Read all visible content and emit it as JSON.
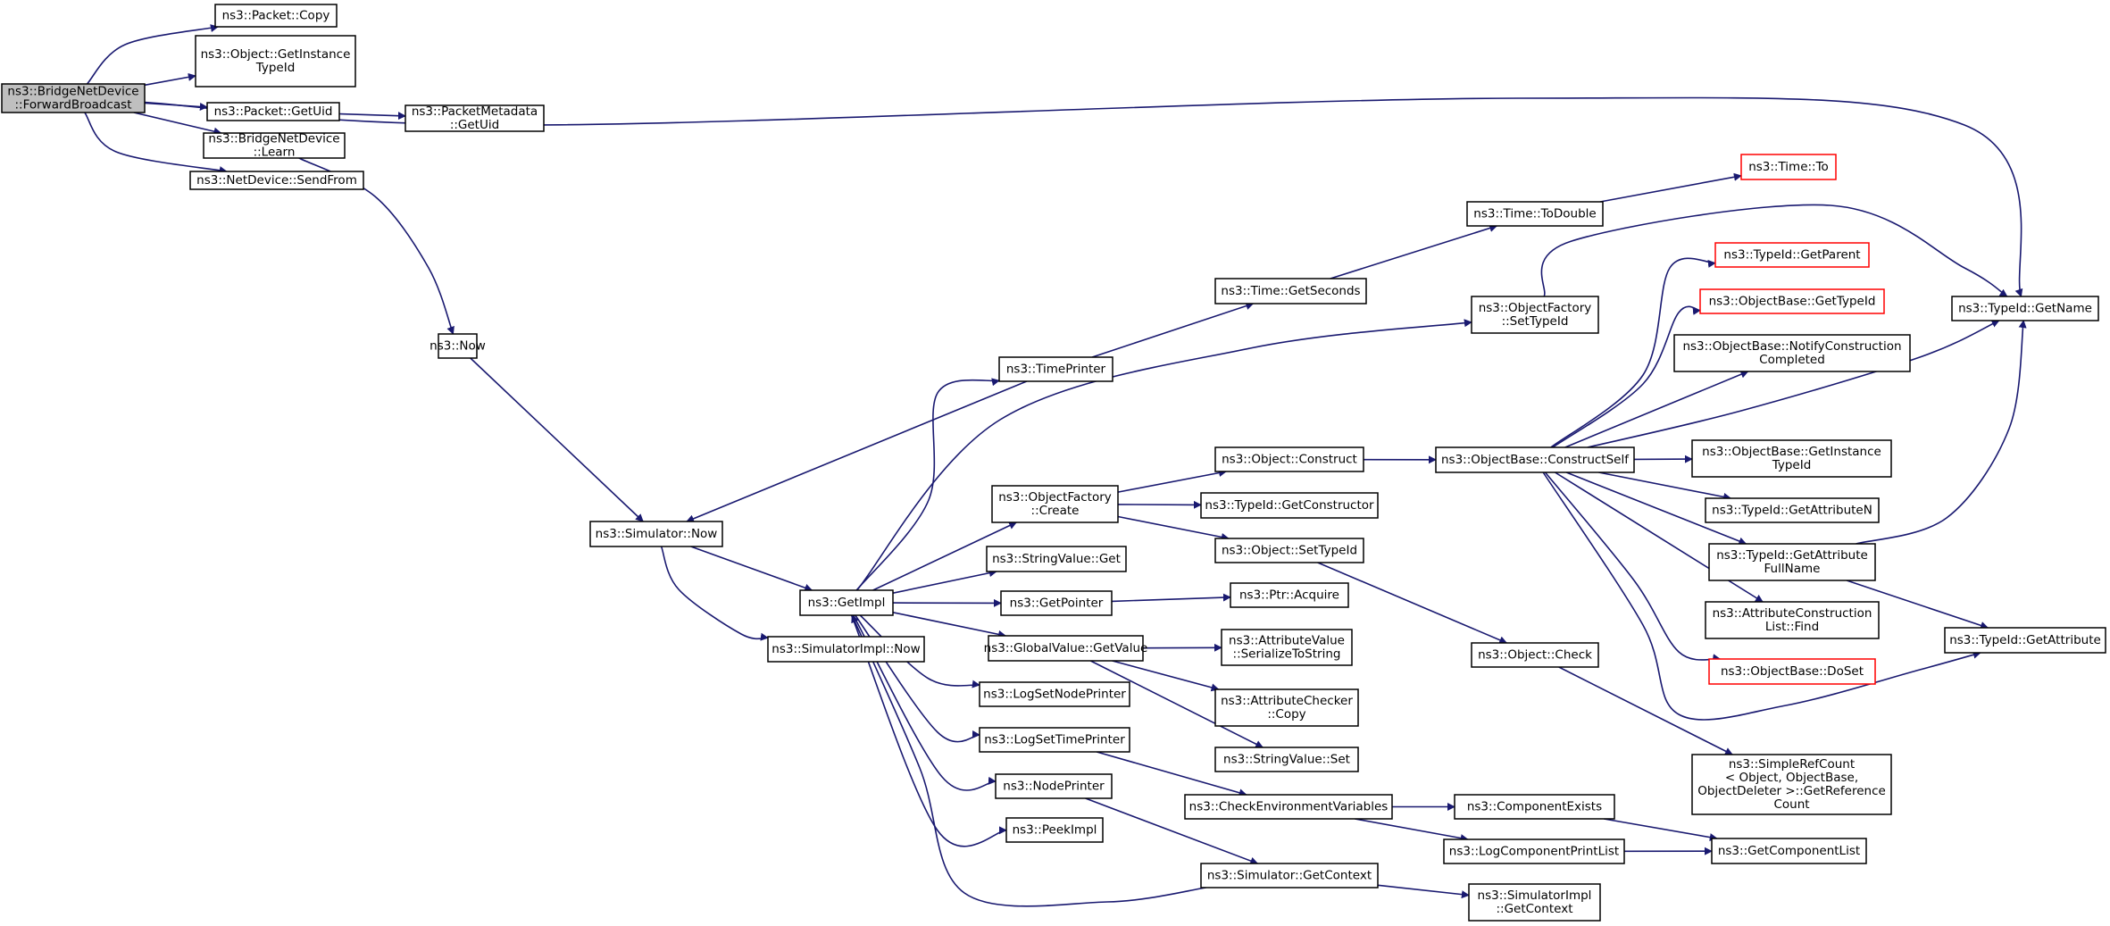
{
  "colors": {
    "edge": "#191970",
    "node_border": "#000000",
    "root_fill": "#bfbfbf",
    "truncated_border": "#ff0000",
    "background": "#ffffff"
  },
  "nodes": [
    {
      "id": "fwd",
      "lines": [
        "ns3::BridgeNetDevice",
        "::ForwardBroadcast"
      ],
      "style": "root"
    },
    {
      "id": "pcopy",
      "lines": [
        "ns3::Packet::Copy"
      ]
    },
    {
      "id": "ogit",
      "lines": [
        "ns3::Object::GetInstance",
        "TypeId"
      ]
    },
    {
      "id": "pgetuid",
      "lines": [
        "ns3::Packet::GetUid"
      ]
    },
    {
      "id": "pmgetuid",
      "lines": [
        "ns3::PacketMetadata",
        "::GetUid"
      ]
    },
    {
      "id": "learn",
      "lines": [
        "ns3::BridgeNetDevice",
        "::Learn"
      ]
    },
    {
      "id": "sendfrom",
      "lines": [
        "ns3::NetDevice::SendFrom"
      ]
    },
    {
      "id": "now",
      "lines": [
        "ns3::Now"
      ]
    },
    {
      "id": "simnow",
      "lines": [
        "ns3::Simulator::Now"
      ]
    },
    {
      "id": "simimplnow",
      "lines": [
        "ns3::SimulatorImpl::Now"
      ]
    },
    {
      "id": "getimpl",
      "lines": [
        "ns3::GetImpl"
      ]
    },
    {
      "id": "timeprinter",
      "lines": [
        "ns3::TimePrinter"
      ]
    },
    {
      "id": "getseconds",
      "lines": [
        "ns3::Time::GetSeconds"
      ]
    },
    {
      "id": "todouble",
      "lines": [
        "ns3::Time::ToDouble"
      ]
    },
    {
      "id": "timeto",
      "lines": [
        "ns3::Time::To"
      ],
      "style": "red"
    },
    {
      "id": "ofsettid",
      "lines": [
        "ns3::ObjectFactory",
        "::SetTypeId"
      ]
    },
    {
      "id": "ofcreate",
      "lines": [
        "ns3::ObjectFactory",
        "::Create"
      ]
    },
    {
      "id": "oconstruct",
      "lines": [
        "ns3::Object::Construct"
      ]
    },
    {
      "id": "tgetctor",
      "lines": [
        "ns3::TypeId::GetConstructor"
      ]
    },
    {
      "id": "osettid",
      "lines": [
        "ns3::Object::SetTypeId"
      ]
    },
    {
      "id": "strget",
      "lines": [
        "ns3::StringValue::Get"
      ]
    },
    {
      "id": "getptr",
      "lines": [
        "ns3::GetPointer"
      ]
    },
    {
      "id": "ptracq",
      "lines": [
        "ns3::Ptr::Acquire"
      ]
    },
    {
      "id": "gvget",
      "lines": [
        "ns3::GlobalValue::GetValue"
      ]
    },
    {
      "id": "avser",
      "lines": [
        "ns3::AttributeValue",
        "::SerializeToString"
      ]
    },
    {
      "id": "accopy",
      "lines": [
        "ns3::AttributeChecker",
        "::Copy"
      ]
    },
    {
      "id": "strset",
      "lines": [
        "ns3::StringValue::Set"
      ]
    },
    {
      "id": "lsnp",
      "lines": [
        "ns3::LogSetNodePrinter"
      ]
    },
    {
      "id": "lstp",
      "lines": [
        "ns3::LogSetTimePrinter"
      ]
    },
    {
      "id": "nodeprinter",
      "lines": [
        "ns3::NodePrinter"
      ]
    },
    {
      "id": "peekimpl",
      "lines": [
        "ns3::PeekImpl"
      ]
    },
    {
      "id": "cenv",
      "lines": [
        "ns3::CheckEnvironmentVariables"
      ]
    },
    {
      "id": "simgetctx",
      "lines": [
        "ns3::Simulator::GetContext"
      ]
    },
    {
      "id": "simimplgetctx",
      "lines": [
        "ns3::SimulatorImpl",
        "::GetContext"
      ]
    },
    {
      "id": "compexists",
      "lines": [
        "ns3::ComponentExists"
      ]
    },
    {
      "id": "lcpl",
      "lines": [
        "ns3::LogComponentPrintList"
      ]
    },
    {
      "id": "getcomplist",
      "lines": [
        "ns3::GetComponentList"
      ]
    },
    {
      "id": "ocheck",
      "lines": [
        "ns3::Object::Check"
      ]
    },
    {
      "id": "obconstructself",
      "lines": [
        "ns3::ObjectBase::ConstructSelf"
      ]
    },
    {
      "id": "tgetparent",
      "lines": [
        "ns3::TypeId::GetParent"
      ],
      "style": "red"
    },
    {
      "id": "obgettid",
      "lines": [
        "ns3::ObjectBase::GetTypeId"
      ],
      "style": "red"
    },
    {
      "id": "obnotify",
      "lines": [
        "ns3::ObjectBase::NotifyConstruction",
        "Completed"
      ]
    },
    {
      "id": "obgit",
      "lines": [
        "ns3::ObjectBase::GetInstance",
        "TypeId"
      ]
    },
    {
      "id": "tgetattrn",
      "lines": [
        "ns3::TypeId::GetAttributeN"
      ]
    },
    {
      "id": "tgetattrfull",
      "lines": [
        "ns3::TypeId::GetAttribute",
        "FullName"
      ]
    },
    {
      "id": "aclfind",
      "lines": [
        "ns3::AttributeConstruction",
        "List::Find"
      ]
    },
    {
      "id": "obdoset",
      "lines": [
        "ns3::ObjectBase::DoSet"
      ],
      "style": "red"
    },
    {
      "id": "srcgetref",
      "lines": [
        "ns3::SimpleRefCount",
        "< Object, ObjectBase,",
        "ObjectDeleter >::GetReference",
        "Count"
      ]
    },
    {
      "id": "tgetname",
      "lines": [
        "ns3::TypeId::GetName"
      ]
    },
    {
      "id": "tgetattr",
      "lines": [
        "ns3::TypeId::GetAttribute"
      ]
    }
  ],
  "edges": [
    [
      "fwd",
      "pcopy"
    ],
    [
      "fwd",
      "ogit"
    ],
    [
      "fwd",
      "tgetname"
    ],
    [
      "fwd",
      "pgetuid"
    ],
    [
      "fwd",
      "learn"
    ],
    [
      "fwd",
      "sendfrom"
    ],
    [
      "pgetuid",
      "pmgetuid"
    ],
    [
      "learn",
      "now"
    ],
    [
      "now",
      "simnow"
    ],
    [
      "simnow",
      "getimpl"
    ],
    [
      "simnow",
      "simimplnow"
    ],
    [
      "timeprinter",
      "simnow"
    ],
    [
      "timeprinter",
      "getseconds"
    ],
    [
      "getseconds",
      "todouble"
    ],
    [
      "todouble",
      "timeto"
    ],
    [
      "getimpl",
      "timeprinter"
    ],
    [
      "getimpl",
      "ofsettid"
    ],
    [
      "getimpl",
      "ofcreate"
    ],
    [
      "getimpl",
      "strget"
    ],
    [
      "getimpl",
      "getptr"
    ],
    [
      "getimpl",
      "gvget"
    ],
    [
      "getimpl",
      "lsnp"
    ],
    [
      "getimpl",
      "lstp"
    ],
    [
      "getimpl",
      "nodeprinter"
    ],
    [
      "getimpl",
      "peekimpl"
    ],
    [
      "simgetctx",
      "getimpl"
    ],
    [
      "simgetctx",
      "simimplgetctx"
    ],
    [
      "ofsettid",
      "tgetname"
    ],
    [
      "ofcreate",
      "oconstruct"
    ],
    [
      "ofcreate",
      "tgetctor"
    ],
    [
      "ofcreate",
      "osettid"
    ],
    [
      "oconstruct",
      "obconstructself"
    ],
    [
      "osettid",
      "ocheck"
    ],
    [
      "getptr",
      "ptracq"
    ],
    [
      "gvget",
      "avser"
    ],
    [
      "gvget",
      "accopy"
    ],
    [
      "gvget",
      "strset"
    ],
    [
      "lstp",
      "cenv"
    ],
    [
      "nodeprinter",
      "simgetctx"
    ],
    [
      "cenv",
      "compexists"
    ],
    [
      "cenv",
      "lcpl"
    ],
    [
      "compexists",
      "getcomplist"
    ],
    [
      "lcpl",
      "getcomplist"
    ],
    [
      "ocheck",
      "srcgetref"
    ],
    [
      "obconstructself",
      "tgetparent"
    ],
    [
      "obconstructself",
      "obgettid"
    ],
    [
      "obconstructself",
      "obnotify"
    ],
    [
      "obconstructself",
      "tgetname"
    ],
    [
      "obconstructself",
      "obgit"
    ],
    [
      "obconstructself",
      "tgetattrn"
    ],
    [
      "obconstructself",
      "tgetattrfull"
    ],
    [
      "obconstructself",
      "aclfind"
    ],
    [
      "obconstructself",
      "obdoset"
    ],
    [
      "obconstructself",
      "tgetattr"
    ],
    [
      "tgetattrfull",
      "tgetname"
    ],
    [
      "tgetattrfull",
      "tgetattr"
    ]
  ]
}
